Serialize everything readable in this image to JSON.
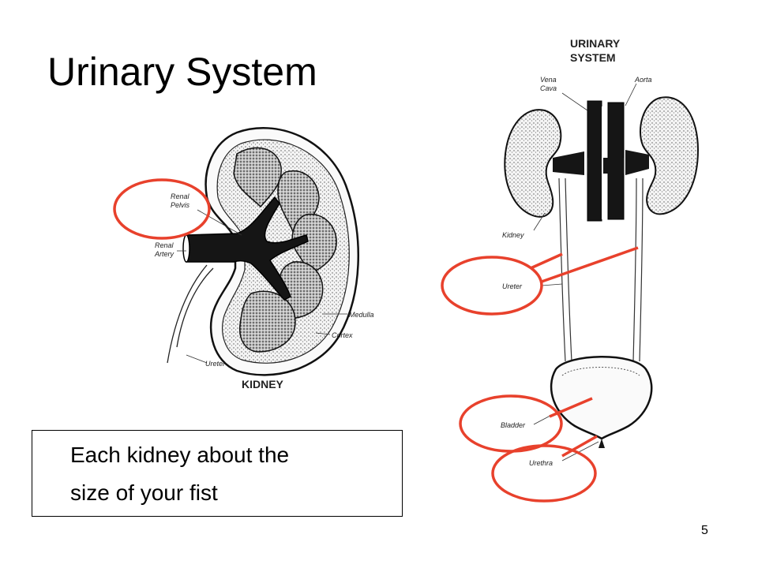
{
  "slide": {
    "title": "Urinary System",
    "caption_lines": [
      "Each kidney about the",
      "size of your fist"
    ],
    "page_number": "5"
  },
  "kidney_diagram": {
    "title": "KIDNEY",
    "labels": {
      "renal_pelvis": [
        "Renal",
        "Pelvis"
      ],
      "renal_artery": [
        "Renal",
        "Artery"
      ],
      "medulla": "Medulla",
      "cortex": "Cortex",
      "ureter": "Ureter"
    }
  },
  "system_diagram": {
    "title_lines": [
      "URINARY",
      "SYSTEM"
    ],
    "labels": {
      "vena_cava": [
        "Vena",
        "Cava"
      ],
      "aorta": "Aorta",
      "kidney": "Kidney",
      "ureter": "Ureter",
      "bladder": "Bladder",
      "urethra": "Urethra"
    }
  },
  "colors": {
    "highlight": "#e8412c",
    "ink": "#111111"
  }
}
